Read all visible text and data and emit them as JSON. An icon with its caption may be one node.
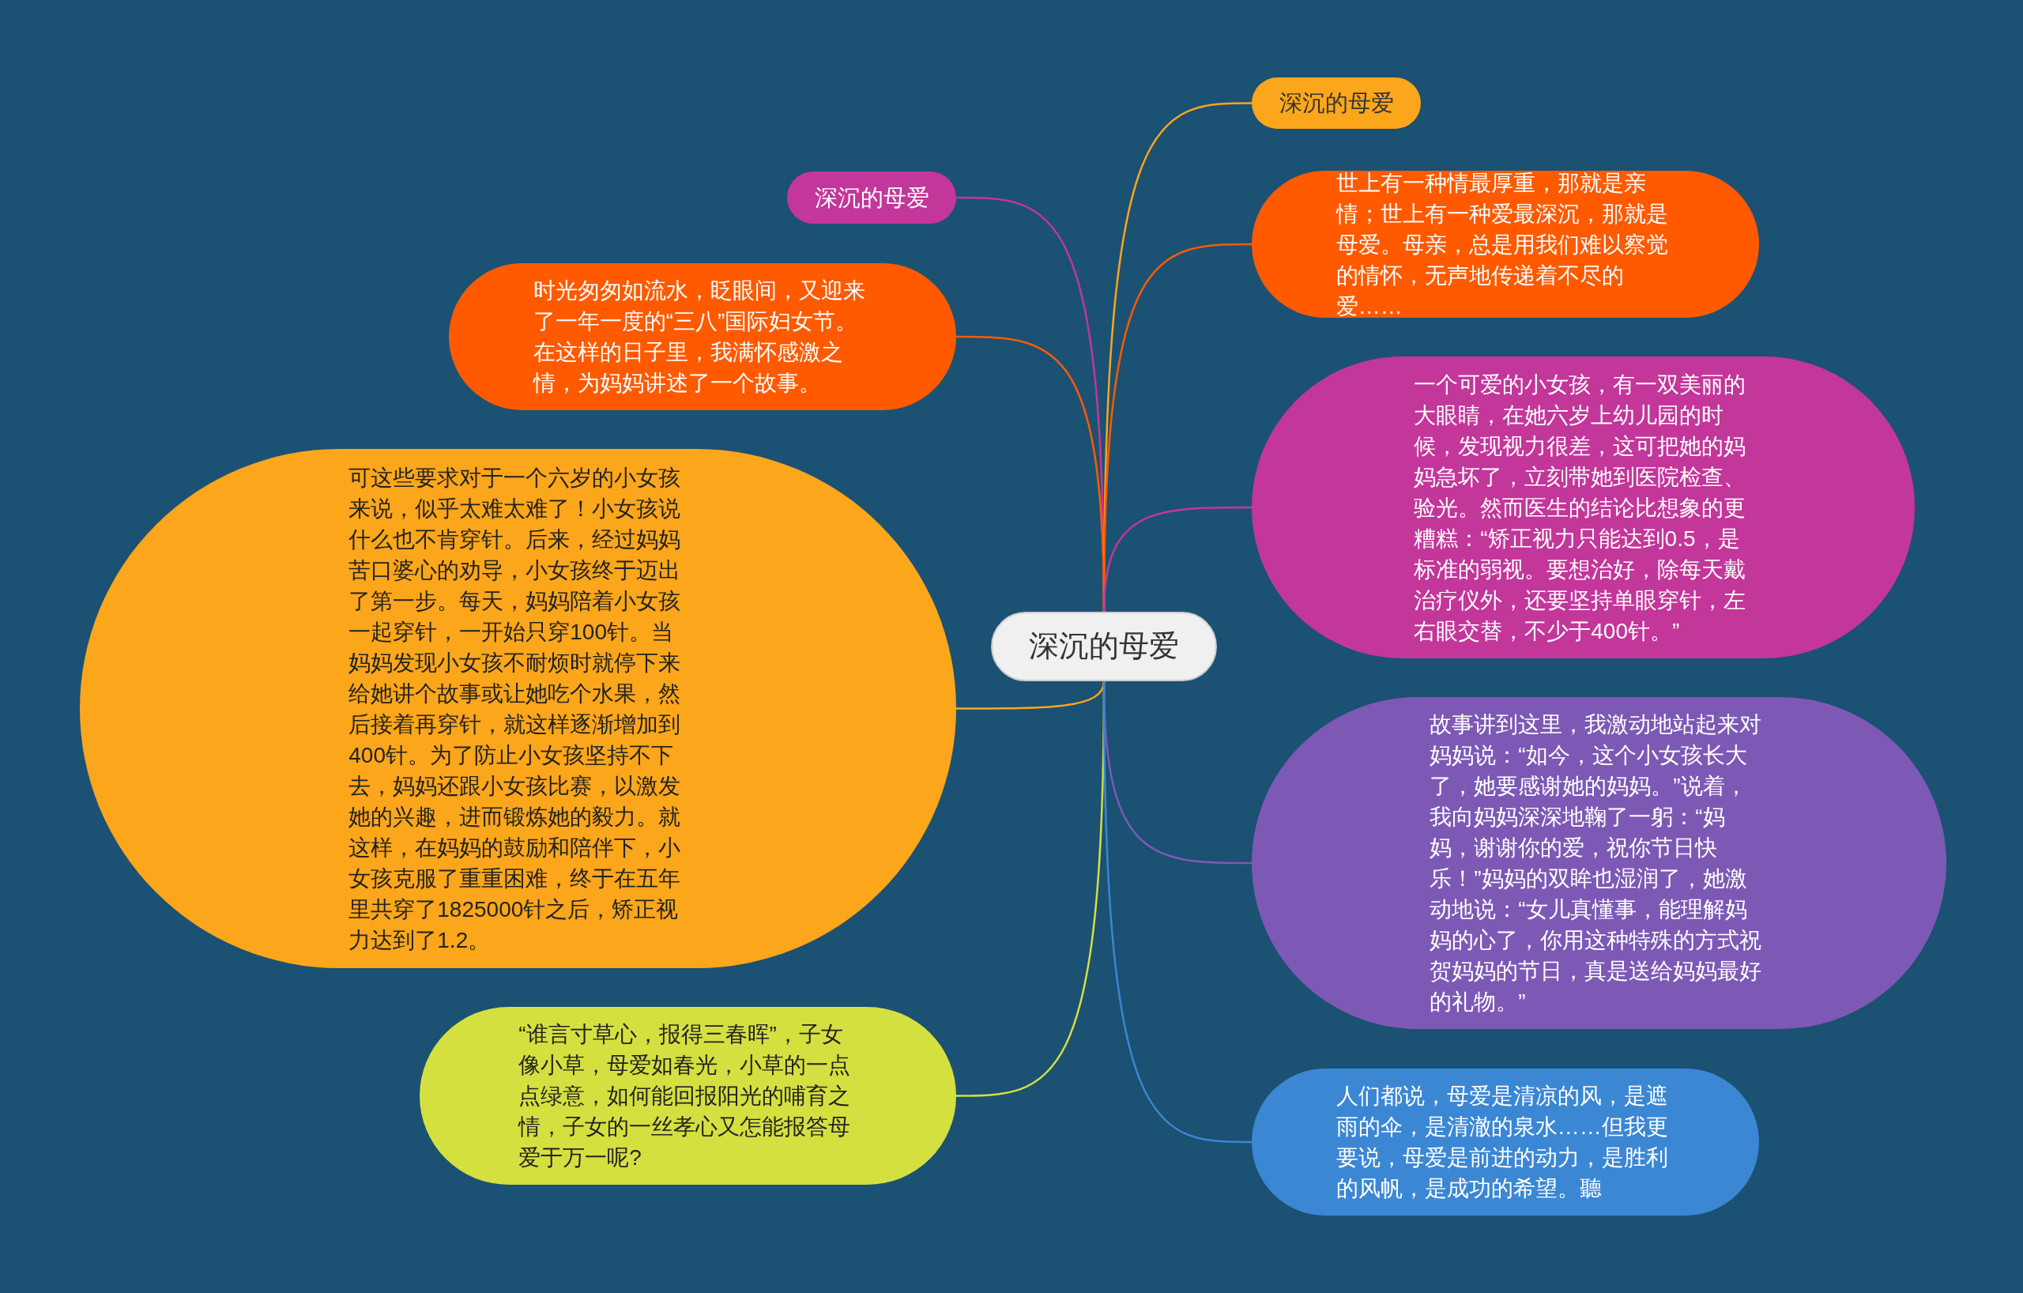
{
  "diagram": {
    "nodes": [
      {
        "text": [
          "深沉的母爱"
        ]
      },
      {
        "text": [
          "深沉的母爱"
        ]
      },
      {
        "text": [
          "时光匆匆如流水，眨眼间，又迎来了一年一度的“三八”国际妇女节。在这样的日子里，我满怀感激之情，为妈妈讲述了一个故事。"
        ]
      },
      {
        "text": [
          "可这些要求对于一个六岁的小女孩来说，似乎太难太难了！小女孩说什么也不肯穿针。后来，经过妈妈苦口婆心的劝导，小女孩终于迈出了第一步。每天，妈妈陪着小女孩一起穿针，一开始只穿100针。当妈妈发现小女孩不耐烦时就停下来给她讲个故事或让她吃个水果，然后接着再穿针，就这样逐渐增加到400针。为了防止小女孩坚持不下去，妈妈还跟小女孩比赛，以激发她的兴趣，进而锻炼她的毅力。就这样，在妈妈的鼓励和陪伴下，小女孩克服了重重困难，终于在五年里共穿了1825000针之后，矫正视力达到了1.2。"
        ]
      },
      {
        "text": [
          "“谁言寸草心，报得三春晖”，子女像小草，母爱如春光，小草的一点点绿意，如何能回报阳光的哺育之情，子女的一丝孝心又怎能报答母爱于万一呢?"
        ]
      },
      {
        "text": [
          "深沉的母爱"
        ]
      },
      {
        "text": [
          "世上有一种情最厚重，那就是亲情；世上有一种爱最深沉，那就是母爱。母亲，总是用我们难以察觉的情怀，无声地传递着不尽的爱……"
        ]
      },
      {
        "text": [
          "一个可爱的小女孩，有一双美丽的大眼睛，在她六岁上幼儿园的时候，发现视力很差，这可把她的妈妈急坏了，立刻带她到医院检查、验光。然而医生的结论比想象的更糟糕：“矫正视力只能达到0.5，是标准的弱视。要想治好，除每天戴治疗仪外，还要坚持单眼穿针，左右眼交替，不少于400针。”"
        ]
      },
      {
        "text": [
          "故事讲到这里，我激动地站起来对妈妈说：“如今，这个小女孩长大了，她要感谢她的妈妈。”说着，我向妈妈深深地鞠了一躬：“妈妈，谢谢你的爱，祝你节日快乐！”妈妈的双眸也湿润了，她激动地说：“女儿真懂事，能理解妈妈的心了，你用这种特殊的方式祝贺妈妈的节日，真是送给妈妈最好的礼物。”"
        ]
      },
      {
        "text": [
          "人们都说，母爱是清凉的风，是遮雨的伞，是清澈的泉水……但我更要说，母爱是前进的动力，是胜利的风帆，是成功的希望。聽"
        ]
      }
    ],
    "edges": [
      {
        "from": 0,
        "to": 1,
        "arrow": "none",
        "color": "#c3369a"
      },
      {
        "from": 0,
        "to": 2,
        "arrow": "none",
        "color": "#ff5a00"
      },
      {
        "from": 0,
        "to": 3,
        "arrow": "none",
        "color": "#fca61b"
      },
      {
        "from": 0,
        "to": 4,
        "arrow": "none",
        "color": "#d4e040"
      },
      {
        "from": 0,
        "to": 5,
        "arrow": "none",
        "color": "#fca61b"
      },
      {
        "from": 0,
        "to": 6,
        "arrow": "none",
        "color": "#ff5a00"
      },
      {
        "from": 0,
        "to": 7,
        "arrow": "none",
        "color": "#c3369a"
      },
      {
        "from": 0,
        "to": 8,
        "arrow": "none",
        "color": "#7d59b5"
      },
      {
        "from": 0,
        "to": 9,
        "arrow": "none",
        "color": "#3b87d4"
      }
    ]
  }
}
